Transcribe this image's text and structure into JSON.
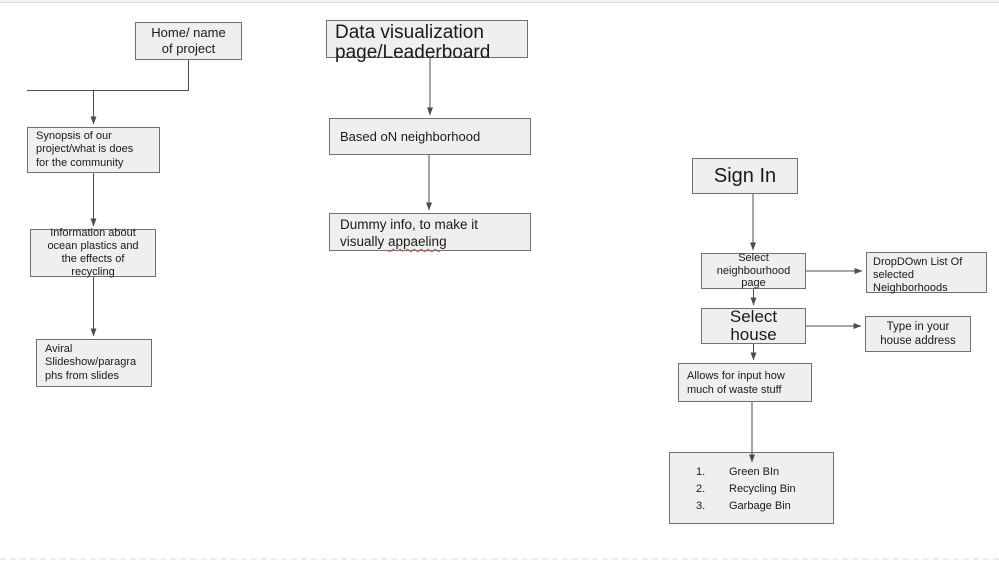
{
  "colors": {
    "canvas_bg": "#ffffff",
    "box_fill": "#efefef",
    "box_border": "#707070",
    "connector": "#4d4d4d",
    "misspell_underline": "#dd5a4b"
  },
  "flowchart": {
    "home_flow": {
      "home_box": "Home/ name\nof project",
      "synopsis_box": "Synopsis of our\nproject/what is does\nfor the community",
      "info_box": "Information about\nocean plastics and\nthe effects of\nrecycling",
      "slideshow_box": "Aviral\nSlideshow/paragra\nphs from slides"
    },
    "dataviz_flow": {
      "title_box": "Data visualization\npage/Leaderboard",
      "neighborhood_box": "Based oN neighborhood",
      "dummy_box_line1": "Dummy info, to make it",
      "dummy_box_line2_prefix": "visually ",
      "dummy_box_misspelled_word": "appaeling"
    },
    "signin_flow": {
      "signin_box": "Sign In",
      "select_neighbourhood_box": "Select\nneighbourhood\npage",
      "dropdown_box": "DropDOwn List Of\nselected\nNeighborhoods",
      "select_house_box": "Select\nhouse",
      "type_address_box": "Type in your\nhouse address",
      "input_waste_box": "Allows for input how\nmuch of waste stuff",
      "bins_box_items": [
        {
          "num": "1.",
          "label": "Green BIn"
        },
        {
          "num": "2.",
          "label": "Recycling Bin"
        },
        {
          "num": "3.",
          "label": "Garbage Bin"
        }
      ]
    }
  }
}
